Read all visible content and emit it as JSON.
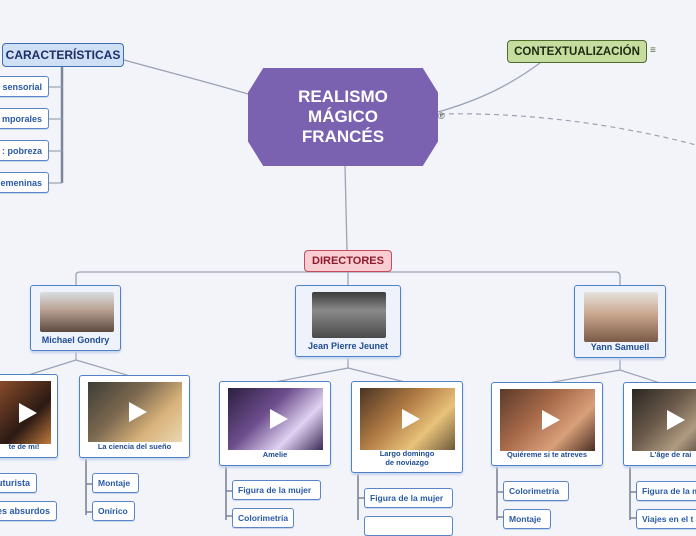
{
  "central": {
    "line1": "REALISMO",
    "line2": "MÁGICO",
    "line3": "FRANCÉS"
  },
  "caracteristicas": {
    "title": "CARACTERÍSTICAS",
    "items": [
      "sensorial",
      "mporales",
      ": pobreza",
      "emeninas"
    ]
  },
  "contextualizacion": {
    "title": "CONTEXTUALIZACIÓN",
    "note_icon": "note-icon"
  },
  "directores": {
    "title": "DIRECTORES",
    "people": [
      {
        "name": "Michael Gondry"
      },
      {
        "name": "Jean Pierre Jeunet"
      },
      {
        "name": "Yann Samuell"
      }
    ]
  },
  "films": [
    {
      "title": "te de mi!",
      "details": [
        "uturista",
        "jes absurdos"
      ]
    },
    {
      "title": "La ciencia del sueño",
      "details": [
        "Montaje",
        "Onírico"
      ]
    },
    {
      "title": "Amelie",
      "details": [
        "Figura de la mujer",
        "Colorimetría"
      ]
    },
    {
      "title_line1": "Largo domingo",
      "title_line2": "de noviazgo",
      "details": [
        "Figura de la mujer"
      ]
    },
    {
      "title": "Quiéreme si te atreves",
      "details": [
        "Colorimetría",
        "Montaje"
      ]
    },
    {
      "title": "L'âge de rai",
      "details": [
        "Figura de la m",
        "Viajes en el t"
      ]
    }
  ],
  "colors": {
    "central": "#7a62b1",
    "caracteristicas_border": "#3d6fb4",
    "context_fill": "#c6dda0",
    "directores_fill": "#f9cdd1"
  }
}
